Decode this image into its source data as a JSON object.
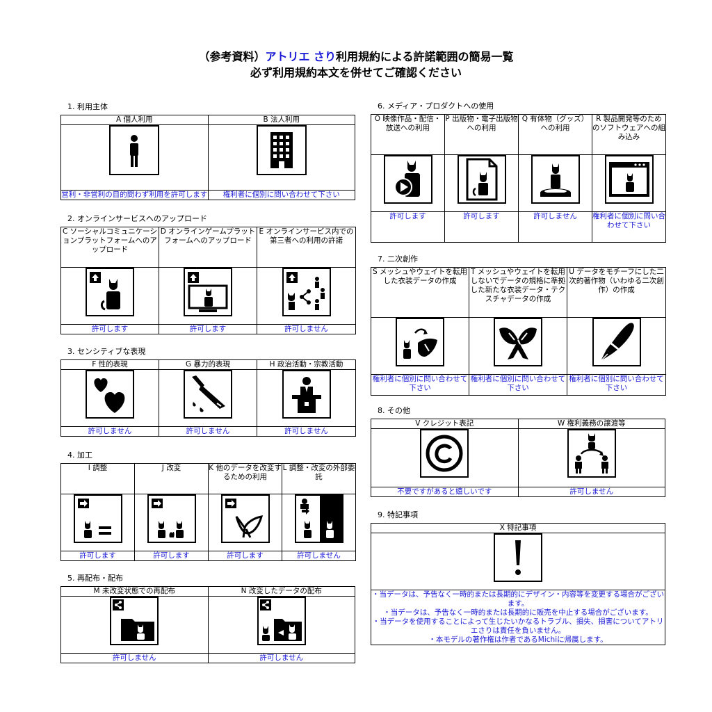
{
  "title": {
    "prefix": "（参考資料）",
    "accent": "アトリエ さり",
    "suffix": "利用規約による許諾範囲の簡易一覧",
    "line2": "必ず利用規約本文を併せてご確認ください"
  },
  "s1": {
    "label": "1. 利用主体",
    "cols": [
      {
        "h": "A 個人利用",
        "p": "営利・非営利の目的問わず利用を許可します"
      },
      {
        "h": "B 法人利用",
        "p": "権利者に個別に問い合わせて下さい"
      }
    ]
  },
  "s2": {
    "label": "2. オンラインサービスへのアップロード",
    "cols": [
      {
        "h": "C ソーシャルコミュニケーションプラットフォームへのアップロード",
        "p": "許可します"
      },
      {
        "h": "D オンラインゲームプラットフォームへのアップロード",
        "p": "許可します"
      },
      {
        "h": "E オンラインサービス内での第三者への利用の許諾",
        "p": "許可しません"
      }
    ]
  },
  "s3": {
    "label": "3. センシティブな表現",
    "cols": [
      {
        "h": "F 性的表現",
        "p": "許可しません"
      },
      {
        "h": "G 暴力的表現",
        "p": "許可しません"
      },
      {
        "h": "H 政治活動・宗教活動",
        "p": "許可しません"
      }
    ]
  },
  "s4": {
    "label": "4. 加工",
    "cols": [
      {
        "h": "I 調整",
        "p": "許可します"
      },
      {
        "h": "J 改変",
        "p": "許可します"
      },
      {
        "h": "K 他のデータを改変するための利用",
        "p": "許可します"
      },
      {
        "h": "L 調整・改変の外部委託",
        "p": "許可しません"
      }
    ]
  },
  "s5": {
    "label": "5. 再配布・配布",
    "cols": [
      {
        "h": "M 未改変状態での再配布",
        "p": "許可しません"
      },
      {
        "h": "N 改変したデータの配布",
        "p": "許可しません"
      }
    ]
  },
  "s6": {
    "label": "6. メディア・プロダクトへの使用",
    "cols": [
      {
        "h": "O 映像作品・配信・放送への利用",
        "p": "許可します"
      },
      {
        "h": "P 出版物・電子出版物への利用",
        "p": "許可します"
      },
      {
        "h": "Q 有体物（グッズ）への利用",
        "p": "許可しません"
      },
      {
        "h": "R 製品開発等のためのソフトウェアへの組み込み",
        "p": "権利者に個別に問い合わせて下さい"
      }
    ]
  },
  "s7": {
    "label": "7. 二次創作",
    "cols": [
      {
        "h": "S メッシュやウェイトを転用した衣装データの作成",
        "p": "権利者に個別に問い合わせて下さい"
      },
      {
        "h": "T メッシュやウェイトを転用しないでデータの規格に準拠した新たな衣装データ・テクスチャデータの作成",
        "p": "権利者に個別に問い合わせて下さい"
      },
      {
        "h": "U データをモチーフにした二次的著作物（いわゆる二次創作）の作成",
        "p": "権利者に個別に問い合わせて下さい"
      }
    ]
  },
  "s8": {
    "label": "8. その他",
    "cols": [
      {
        "h": "V クレジット表記",
        "p": "不要ですがあると嬉しいです"
      },
      {
        "h": "W 権利義務の譲渡等",
        "p": "許可しません"
      }
    ]
  },
  "s9": {
    "label": "9. 特記事項",
    "header": "X 特記事項",
    "notes": [
      "・当データは、予告なく一時的または長期的にデザイン・内容等を変更する場合がございます。",
      "・当データは、予告なく一時的または長期的に販売を中止する場合がございます。",
      "・当データを使用することによって生じたいかなるトラブル、損失、損害についてアトリエさりは責任を負いません。",
      "・本モデルの著作権は作者であるMichiに帰属します。"
    ]
  },
  "colors": {
    "accent": "#1a1ad6",
    "ink": "#000000"
  },
  "icons": {
    "s1": [
      "person-icon",
      "office-building-icon"
    ],
    "s2": [
      "upload-cat-icon",
      "upload-game-cat-icon",
      "upload-share-network-icon"
    ],
    "s3": [
      "hearts-icon",
      "bloody-knife-icon",
      "podium-speaker-icon"
    ],
    "s4": [
      "arrow-cat-equal-icon",
      "arrow-cat-modified-icon",
      "arrow-deform-ribbon-icon",
      "outsource-cat-icon"
    ],
    "s5": [
      "share-folder-cat-icon",
      "share-folder-modified-cat-icon"
    ],
    "s6": [
      "video-play-cat-icon",
      "document-cat-icon",
      "figure-base-cat-icon",
      "software-window-cat-icon"
    ],
    "s7": [
      "cat-ribbon-transfer-icon",
      "ribbon-icon",
      "fountain-pen-icon"
    ],
    "s8": [
      "copyright-icon",
      "rights-transfer-icon"
    ],
    "s9": [
      "exclamation-icon"
    ]
  }
}
